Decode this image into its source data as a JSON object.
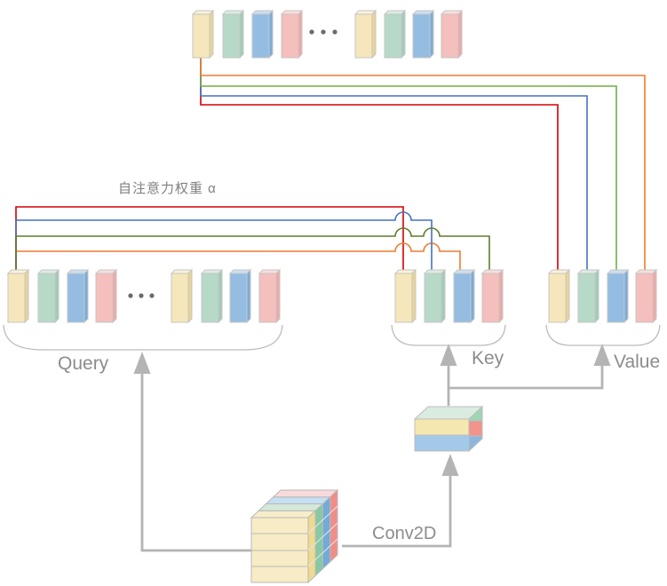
{
  "labels": {
    "attention_weight": "自注意力权重 α",
    "query": "Query",
    "key": "Key",
    "value": "Value",
    "conv2d": "Conv2D"
  },
  "palette": {
    "token": {
      "yellow": {
        "front": "#f5e7bb",
        "side": "#e9d494",
        "top": "#faf1d9"
      },
      "green": {
        "front": "#b7d9c8",
        "side": "#a0ccb6",
        "top": "#dcece3"
      },
      "blue": {
        "front": "#94bde1",
        "side": "#7aacdb",
        "top": "#ccdef1"
      },
      "pink": {
        "front": "#f4bfbc",
        "side": "#efa9a5",
        "top": "#f9dedc"
      }
    },
    "lines": {
      "red": "#d40000",
      "blue": "#4472c4",
      "green": "#70ad47",
      "green_dark": "#5d7d2e",
      "orange": "#ed7d31"
    },
    "dots": "#6a6a6a",
    "stroke": "#c6c6c6",
    "arrow": "#b4b4b4",
    "brace": "#bcbcbc",
    "cube": {
      "front": "#f7ecc6",
      "top_bands": [
        "#f7edc8",
        "#d3e8da",
        "#c6def1",
        "#f9dada"
      ],
      "side_strips": [
        "#eeda90",
        "#87c9a5",
        "#72abd9",
        "#f18d87"
      ],
      "small_top": "#d9ecdf",
      "small_front_yellow": "#f5e7b0",
      "small_front_blue": "#a3c9e9",
      "small_side_green": "#9fd4b5",
      "small_side_salmon": "#f0948c",
      "small_side_blue": "#8db6dd"
    }
  },
  "groups": {
    "output": {
      "tokens": [
        "yellow",
        "green",
        "blue",
        "pink",
        "dots",
        "yellow",
        "green",
        "blue",
        "pink"
      ]
    },
    "query": {
      "label": "Query",
      "tokens": [
        "yellow",
        "green",
        "blue",
        "pink",
        "dots",
        "yellow",
        "green",
        "blue",
        "pink"
      ]
    },
    "key": {
      "label": "Key",
      "tokens": [
        "yellow",
        "green",
        "blue",
        "pink"
      ]
    },
    "value": {
      "label": "Value",
      "tokens": [
        "yellow",
        "green",
        "blue",
        "pink"
      ]
    }
  },
  "connections": {
    "output_to_value": [
      {
        "line": "red",
        "target": "value-token-1"
      },
      {
        "line": "blue",
        "target": "value-token-2"
      },
      {
        "line": "green",
        "target": "value-token-3"
      },
      {
        "line": "orange",
        "target": "value-token-4"
      }
    ],
    "query_to_key": [
      {
        "line": "red",
        "target": "key-token-1"
      },
      {
        "line": "blue",
        "target": "key-token-2"
      },
      {
        "line": "orange",
        "target": "key-token-3"
      },
      {
        "line": "green_dark",
        "target": "key-token-4"
      }
    ]
  }
}
